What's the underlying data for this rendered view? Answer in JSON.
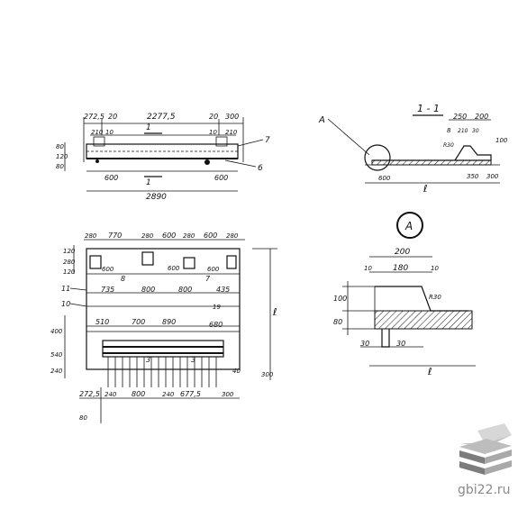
{
  "dims": {
    "top_plan_row": [
      "272,5",
      "20",
      "2277,5",
      "20",
      "300"
    ],
    "top_plan_small": [
      "210",
      "10",
      "10",
      "210"
    ],
    "top_plan_left": [
      "80",
      "120",
      "80"
    ],
    "top_plan_bottom": [
      "600",
      "600"
    ],
    "top_plan_total": "2890",
    "main_top_row": [
      "280",
      "770",
      "280",
      "600",
      "280",
      "600",
      "280"
    ],
    "main_left_top": [
      "120",
      "280",
      "120"
    ],
    "main_inner_600": [
      "600",
      "600",
      "600"
    ],
    "main_row2": [
      "735",
      "800",
      "800",
      "435"
    ],
    "main_row3": [
      "510",
      "700",
      "890"
    ],
    "main_680": "680",
    "main_left_col": [
      "400",
      "540",
      "240"
    ],
    "main_bottom_row": [
      "272,5",
      "240",
      "800",
      "240",
      "677,5",
      "300"
    ],
    "main_bottom_extra": "80",
    "main_right_small": [
      "40",
      "300"
    ],
    "section_row": [
      "250",
      "200"
    ],
    "section_small": [
      "8",
      "210",
      "30"
    ],
    "section_right": "100",
    "section_r": "R30",
    "section_bottom": [
      "600",
      "350",
      "300"
    ],
    "detail_top": "200",
    "detail_mid": [
      "10",
      "180",
      "10"
    ],
    "detail_left": [
      "100",
      "80"
    ],
    "detail_r": "R30",
    "detail_bottom": [
      "30",
      "30"
    ]
  },
  "labels": {
    "section_title": "1 - 1",
    "callout_A": "А",
    "section_mark": "1",
    "lengths": "ℓ",
    "pos_7": "7",
    "pos_6": "6",
    "pos_8": "8",
    "pos_10": "10",
    "pos_11": "11",
    "pos_3a": "3",
    "pos_3b": "3"
  },
  "watermark": {
    "text": "gbi22.ru",
    "icon": "stacked-slabs-icon",
    "colors": {
      "light": "#d7d7d7",
      "mid": "#a9a9a9",
      "dark": "#7c7c7c"
    }
  }
}
